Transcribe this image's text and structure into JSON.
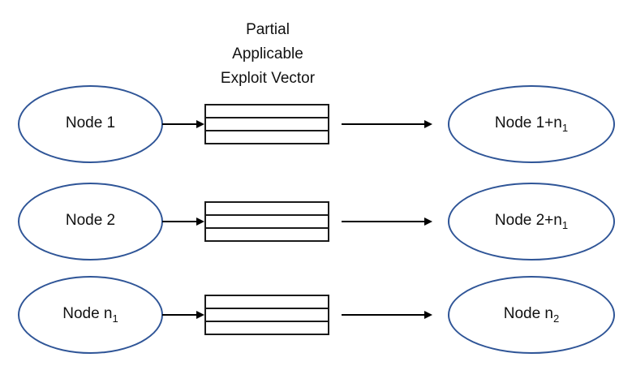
{
  "title": "Partial\nApplicable\nExploit Vector",
  "colors": {
    "ellipse_stroke": "#2F5597",
    "line": "#000000",
    "text": "#111111",
    "background": "#FFFFFF"
  },
  "vector_box": {
    "segments": 3
  },
  "rows": [
    {
      "left": {
        "text": "Node 1",
        "sub": ""
      },
      "right": {
        "text": "Node 1+n",
        "sub": "1"
      }
    },
    {
      "left": {
        "text": "Node 2",
        "sub": ""
      },
      "right": {
        "text": "Node 2+n",
        "sub": "1"
      }
    },
    {
      "left": {
        "text": "Node n",
        "sub": "1"
      },
      "right": {
        "text": "Node n",
        "sub": "2"
      }
    }
  ]
}
